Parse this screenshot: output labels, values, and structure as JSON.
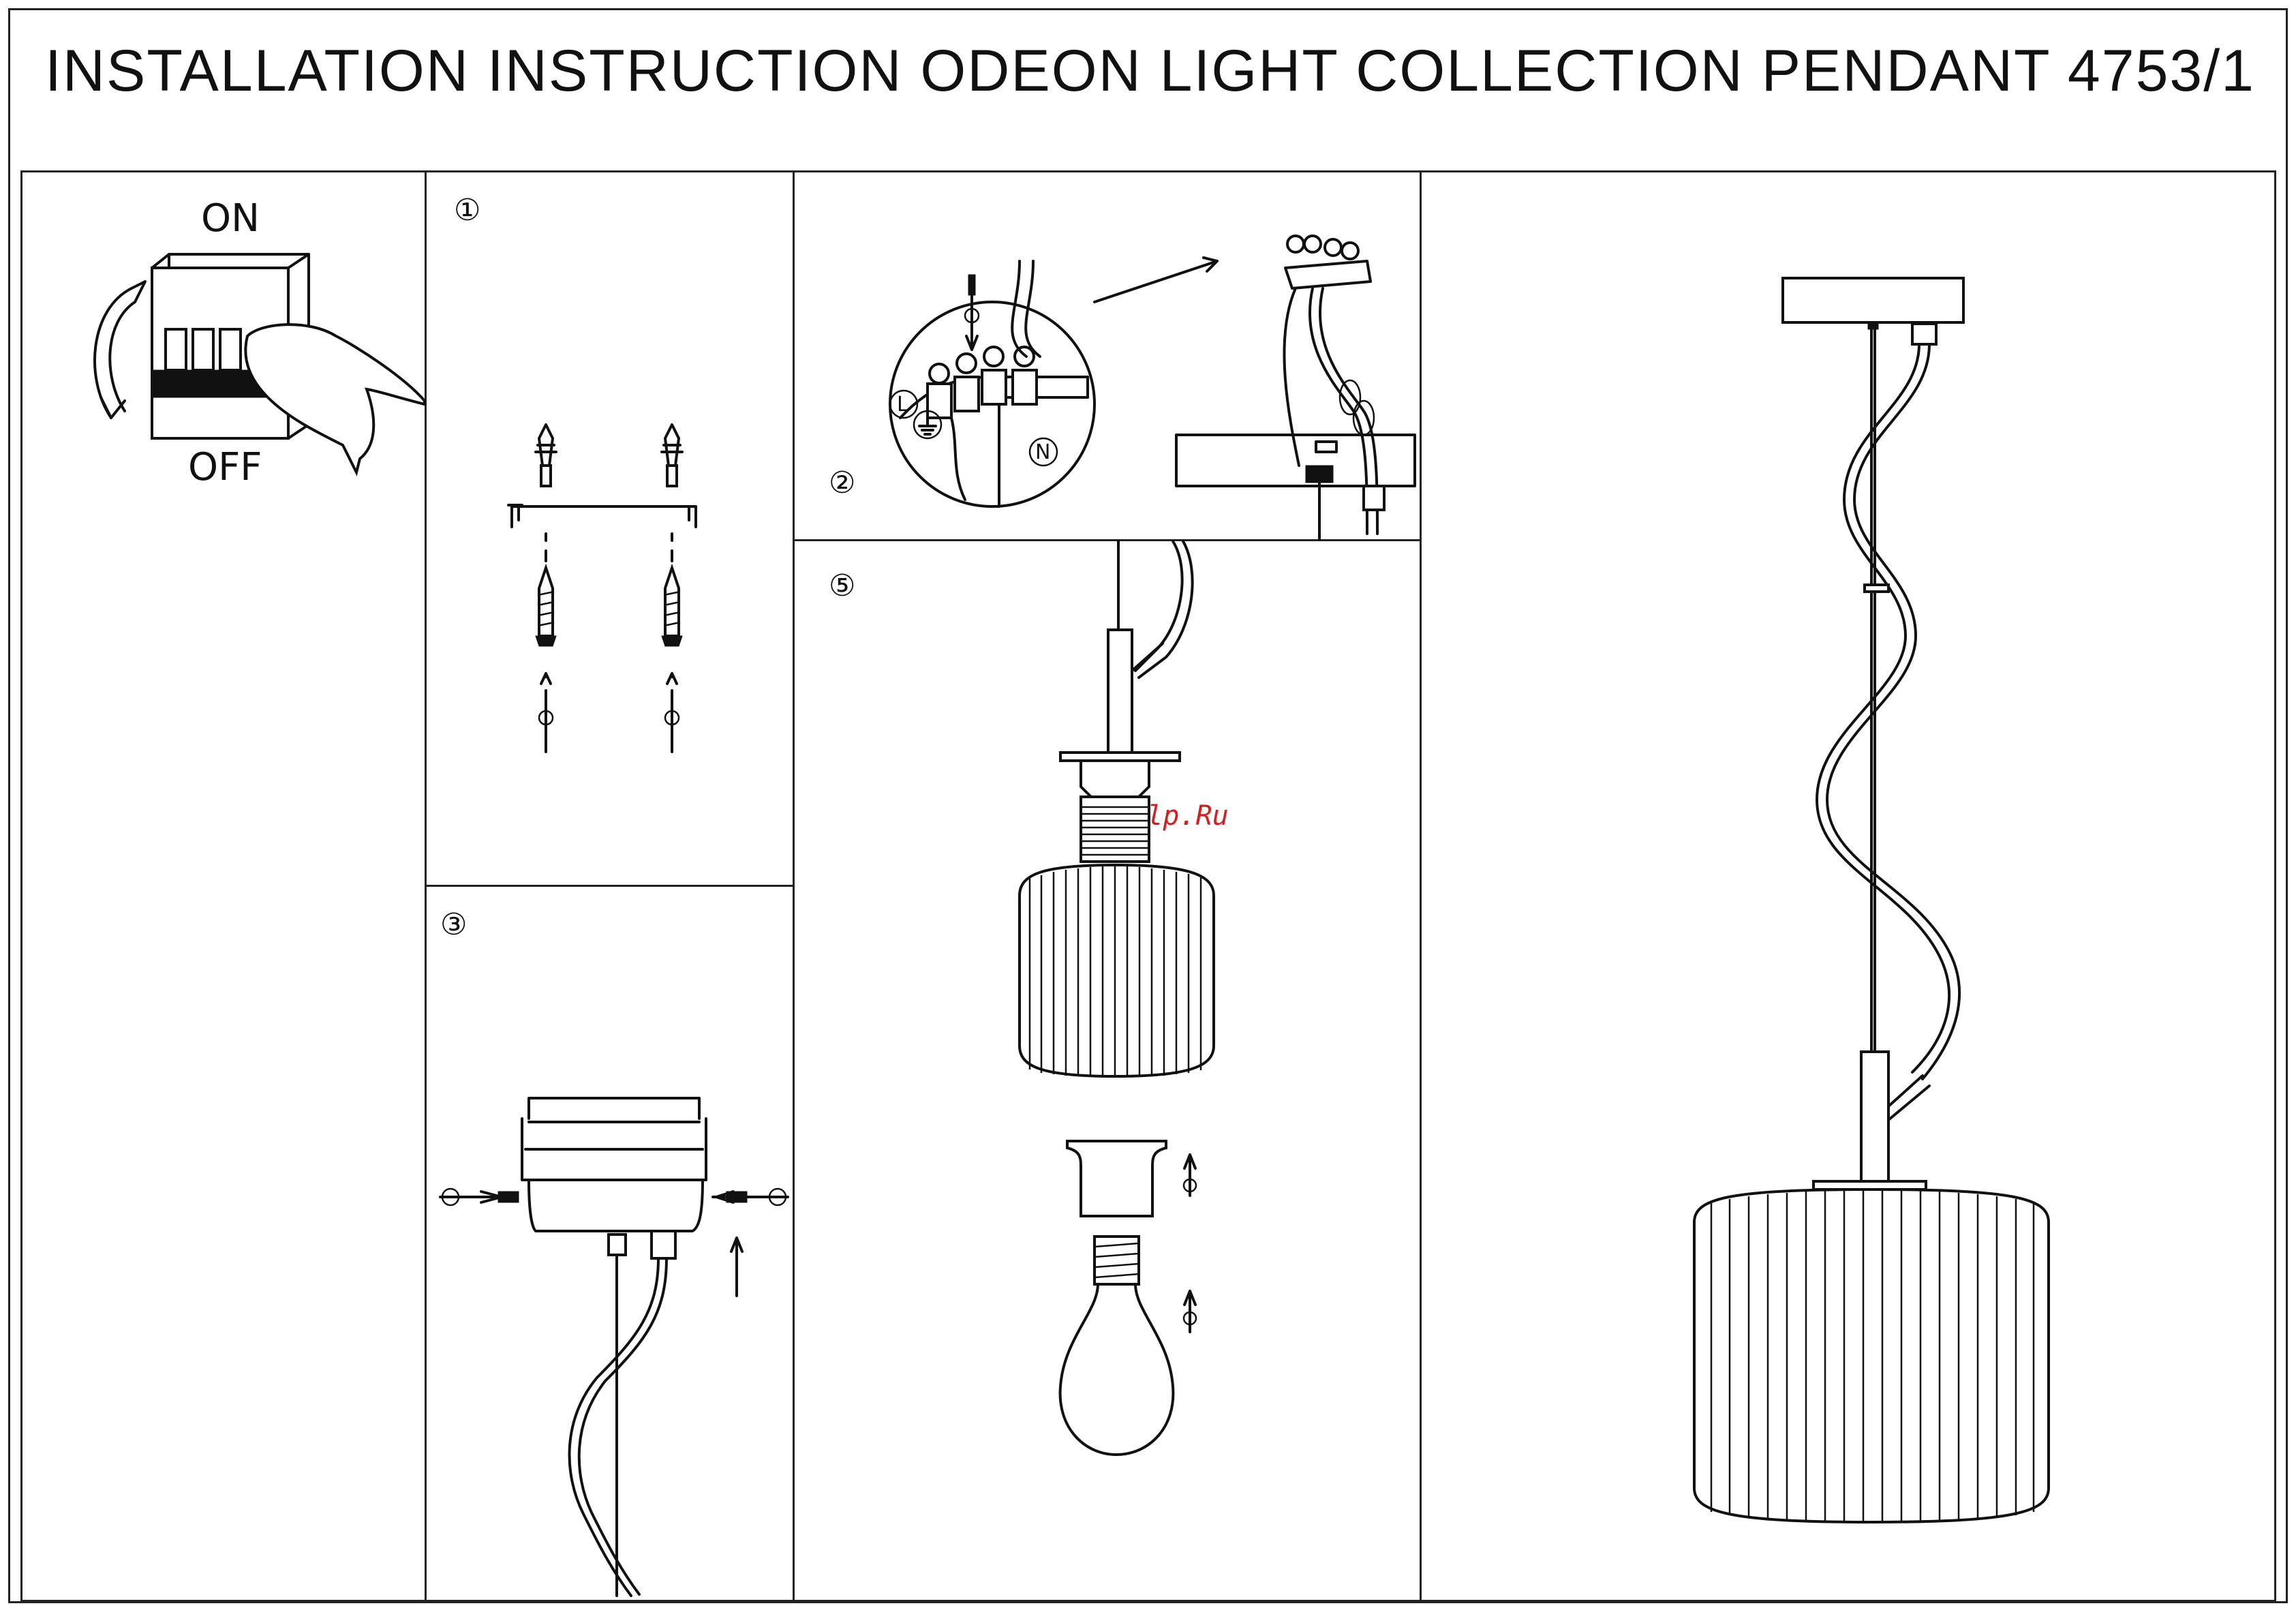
{
  "title": "INSTALLATION INSTRUCTION ODEON LIGHT COLLECTION PENDANT 4753/1",
  "switch": {
    "on_label": "ON",
    "off_label": "OFF"
  },
  "steps": {
    "step1": "①",
    "step2": "②",
    "step3": "③",
    "step5": "⑤"
  },
  "wiring": {
    "live": "L",
    "neutral": "N"
  },
  "watermark": "Mebelp.Ru"
}
